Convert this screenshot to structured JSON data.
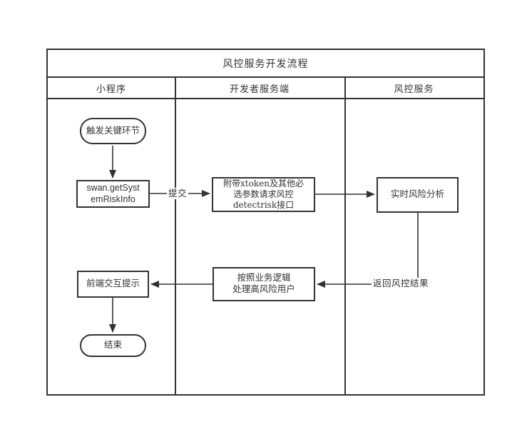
{
  "diagram": {
    "title": "风控服务开发流程",
    "lanes": [
      {
        "label": "小程序"
      },
      {
        "label": "开发者服务端"
      },
      {
        "label": "风控服务"
      }
    ],
    "nodes": {
      "trigger": {
        "label": "触发关键环节",
        "shape": "stadium"
      },
      "swan_api": {
        "label": "swan.getSyst\nemRiskInfo",
        "shape": "rect"
      },
      "attach_params": {
        "label": "附带xtoken及其他必\n选参数请求风控\ndetectrisk接口",
        "shape": "rect"
      },
      "realtime": {
        "label": "实时风险分析",
        "shape": "rect"
      },
      "handle_risk": {
        "label": "按照业务逻辑\n处理高风险用户",
        "shape": "rect"
      },
      "frontend_tip": {
        "label": "前端交互提示",
        "shape": "rect"
      },
      "end": {
        "label": "结束",
        "shape": "stadium"
      }
    },
    "edges": [
      {
        "from": "trigger",
        "to": "swan_api",
        "label": ""
      },
      {
        "from": "swan_api",
        "to": "attach_params",
        "label": "提交"
      },
      {
        "from": "attach_params",
        "to": "realtime",
        "label": ""
      },
      {
        "from": "realtime",
        "to": "handle_risk",
        "label": "返回风控结果"
      },
      {
        "from": "handle_risk",
        "to": "frontend_tip",
        "label": ""
      },
      {
        "from": "frontend_tip",
        "to": "end",
        "label": ""
      }
    ]
  },
  "colors": {
    "line": "#333333",
    "text": "#333333",
    "background": "#ffffff"
  }
}
